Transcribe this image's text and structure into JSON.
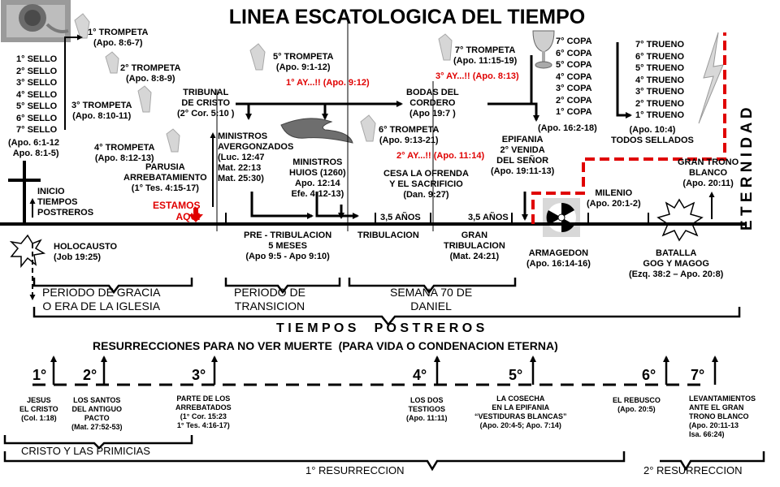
{
  "title": "LINEA ESCATOLOGICA DEL TIEMPO",
  "sellos": {
    "lines": "1° SELLO\n2° SELLO\n3° SELLO\n4° SELLO\n5° SELLO\n6° SELLO\n7° SELLO",
    "ref": "(Apo. 6:1-12\n  Apo. 8:1-5)"
  },
  "trompetas": {
    "t1": "1° TROMPETA\n(Apo. 8:6-7)",
    "t2": "2° TROMPETA\n(Apo. 8:8-9)",
    "t3": "3° TROMPETA\n(Apo. 8:10-11)",
    "t4": "4° TROMPETA\n(Apo. 8:12-13)",
    "t5": "5° TROMPETA\n(Apo. 9:1-12)",
    "t6": "6° TROMPETA\n(Apo. 9:13-21)",
    "t7": "7° TROMPETA\n(Apo. 11:15-19)"
  },
  "ayes": {
    "ay1": "1° AY...!! (Apo. 9:12)",
    "ay2": "2° AY...!! (Apo. 11:14)",
    "ay3": "3° AY...!! (Apo. 8:13)"
  },
  "copas": {
    "lines": "7° COPA\n6° COPA\n5° COPA\n4° COPA\n3° COPA\n2° COPA\n1° COPA",
    "ref": "(Apo. 16:2-18)"
  },
  "truenos": {
    "lines": "7° TRUENO\n6° TRUENO\n5° TRUENO\n4° TRUENO\n3° TRUENO\n2° TRUENO\n1° TRUENO",
    "ref": "(Apo. 10:4)\nTODOS SELLADOS"
  },
  "events": {
    "tribunal": "TRIBUNAL\nDE CRISTO\n(2° Cor. 5:10 )",
    "bodas": "BODAS DEL\nCORDERO\n(Apo 19:7 )",
    "parusia": "PARUSIA\nARREBATAMIENTO\n(1° Tes. 4:15-17)",
    "ministros_av": "MINISTROS\nAVERGONZADOS\n(Luc. 12:47\nMat. 22:13\nMat. 25:30)",
    "ministros_hui": "MINISTROS\nHUIOS (1260)\nApo. 12:14\nEfe. 4:12-13)",
    "cesa": "CESA LA OFRENDA\nY EL SACRIFICIO\n(Dan. 9:27)",
    "epifania": "EPIFANIA\n2° VENIDA\nDEL SEÑOR\n(Apo. 19:11-13)",
    "milenio": "MILENIO\n(Apo. 20:1-2)",
    "gran_trono": "GRAN TRONO\nBLANCO\n(Apo. 20:11)",
    "inicio": "INICIO\nTIEMPOS\nPOSTREROS",
    "estamos": "ESTAMOS\nAQUI",
    "holocausto": "HOLOCAUSTO\n(Job 19:25)",
    "pre_trib": "PRE - TRIBULACION\n5 MESES\n(Apo 9:5 - Apo 9:10)",
    "tribulacion": "TRIBULACION",
    "gran_trib": "GRAN\nTRIBULACION\n(Mat. 24:21)",
    "anos1": "3,5 AÑOS",
    "anos2": "3,5 AÑOS",
    "armagedon": "ARMAGEDON\n(Apo. 16:14-16)",
    "batalla": "BATALLA\nGOG Y MAGOG\n(Ezq. 38:2 – Apo. 20:8)"
  },
  "periods": {
    "gracia": "PERIODO DE GRACIA\nO ERA DE LA IGLESIA",
    "transicion": "PERIODO DE\nTRANSICION",
    "semana": "SEMANA 70 DE\nDANIEL",
    "tiempos_postreros": "T I E M P O S     P O S T R E R O S",
    "eternidad": "E T E R N I D A D"
  },
  "resurrecciones": {
    "heading": "RESURRECCIONES PARA NO VER MUERTE  (PARA VIDA O CONDENACION ETERNA)",
    "items": [
      {
        "num": "1°",
        "desc": "JESUS\nEL CRISTO\n(Col. 1:18)"
      },
      {
        "num": "2°",
        "desc": "LOS SANTOS\nDEL ANTIGUO\nPACTO\n(Mat. 27:52-53)"
      },
      {
        "num": "3°",
        "desc": "PARTE DE LOS\nARREBATADOS\n(1° Cor. 15:23\n1° Tes. 4:16-17)"
      },
      {
        "num": "4°",
        "desc": "LOS DOS\nTESTIGOS\n(Apo. 11:11)"
      },
      {
        "num": "5°",
        "desc": "LA COSECHA\nEN LA EPIFANIA\n“VESTIDURAS BLANCAS”\n(Apo. 20:4-5; Apo. 7:14)"
      },
      {
        "num": "6°",
        "desc": "EL REBUSCO\n(Apo. 20:5)"
      },
      {
        "num": "7°",
        "desc": "LEVANTAMIENTOS\nANTE EL GRAN\nTRONO BLANCO\n(Apo. 20:11-13\nIsa. 66:24)"
      }
    ],
    "cristo_primicias": "CRISTO Y LAS PRIMICIAS",
    "primera": "1° RESURRECCION",
    "segunda": "2° RESURRECCION"
  },
  "colors": {
    "red": "#e00000",
    "black": "#000000"
  }
}
